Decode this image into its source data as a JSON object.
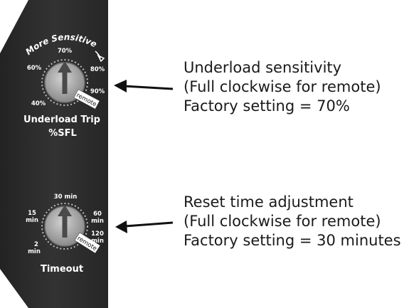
{
  "panel": {
    "more_sensitive": "More Sensitive",
    "underload_title": "Underload Trip",
    "underload_units": "%SFL",
    "timeout_title": "Timeout",
    "remote_label": "remote",
    "underload_ticks": [
      "40%",
      "60%",
      "70%",
      "80%",
      "90%"
    ],
    "timeout_ticks": [
      {
        "line1": "2",
        "line2": "min"
      },
      {
        "line1": "15",
        "line2": "min"
      },
      {
        "line1": "30 min",
        "line2": ""
      },
      {
        "line1": "60",
        "line2": "min"
      },
      {
        "line1": "120",
        "line2": "min"
      }
    ]
  },
  "callouts": {
    "sensitivity": {
      "line1": "Underload sensitivity",
      "line2": "(Full clockwise for remote)",
      "line3": "Factory setting = 70%"
    },
    "reset": {
      "line1": "Reset time adjustment",
      "line2": "(Full clockwise for remote)",
      "line3": "Factory setting = 30 minutes"
    }
  }
}
